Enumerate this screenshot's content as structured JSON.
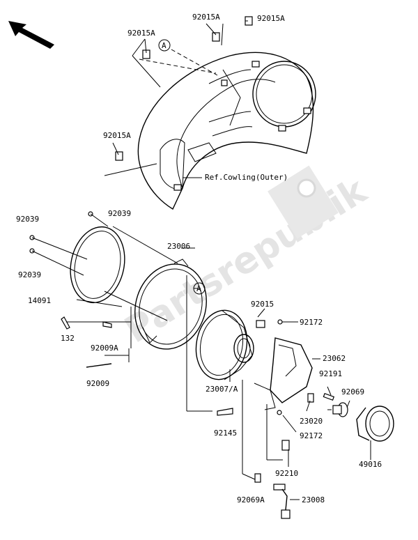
{
  "callouts": {
    "c1": "92015A",
    "c2": "92015A",
    "c3": "92015A",
    "c4": "92015A",
    "ref_cowling": "Ref.Cowling(Outer)",
    "c5": "92039",
    "c6": "92039",
    "c7": "92039",
    "c8": "23006",
    "c9": "14091",
    "c10": "132",
    "c11": "92009A",
    "c12": "92009",
    "c13": "92015",
    "c14": "92172",
    "c15": "23062",
    "c16": "92191",
    "c17": "92069",
    "c18": "23007/A",
    "c19": "23020",
    "c20": "92172",
    "c21": "92145",
    "c22": "92210",
    "c23": "49016",
    "c24": "92069A",
    "c25": "23008"
  },
  "markers": {
    "a_top": "A",
    "a_mid": "A"
  },
  "watermark": "Partsrepublik"
}
